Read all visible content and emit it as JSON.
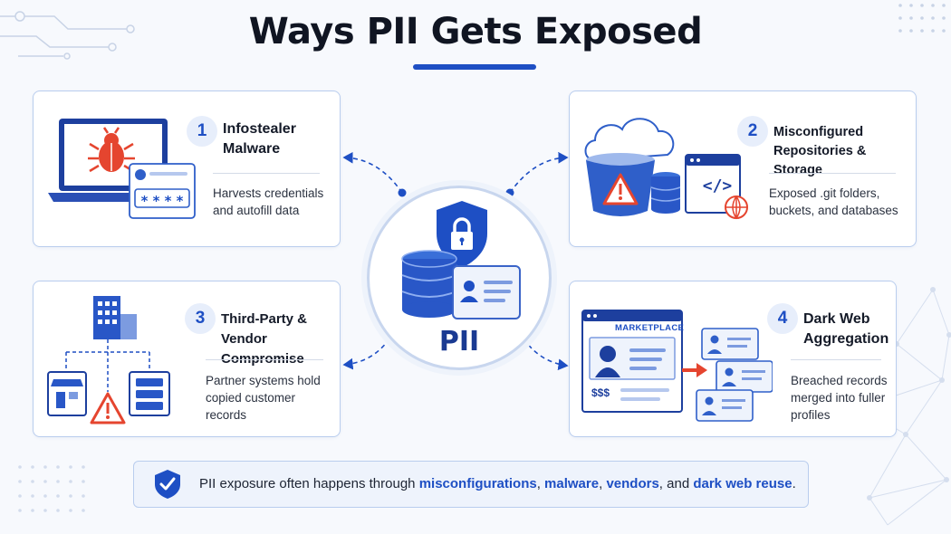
{
  "title": "Ways PII Gets Exposed",
  "center": {
    "label": "PII"
  },
  "cards": [
    {
      "number": "1",
      "title_line1": "Infostealer",
      "title_line2": "Malware",
      "desc_line1": "Harvests credentials",
      "desc_line2": "and autofill data",
      "password_mask": "****"
    },
    {
      "number": "2",
      "title_line1": "Misconfigured",
      "title_line2": "Repositories & Storage",
      "desc_line1": "Exposed .git folders,",
      "desc_line2": "buckets, and databases",
      "code_glyph": "</>"
    },
    {
      "number": "3",
      "title_line1": "Third-Party &",
      "title_line2": "Vendor Compromise",
      "desc_line1": "Partner systems hold",
      "desc_line2": "copied customer records"
    },
    {
      "number": "4",
      "title_line1": "Dark Web",
      "title_line2": "Aggregation",
      "desc_line1": "Breached records",
      "desc_line2": "merged into fuller",
      "desc_line3": "profiles",
      "market_label": "MARKETPLACE",
      "price_label": "$$$"
    }
  ],
  "banner": {
    "text_1": "PII exposure often happens through",
    "hl_1": "misconfigurations",
    "text_2": ",",
    "hl_2": "malware",
    "text_3": ",",
    "hl_3": "vendors",
    "text_4": ", and",
    "hl_4": "dark web reuse",
    "text_5": "."
  },
  "colors": {
    "accent": "#1e4fc4",
    "warning": "#e5452f",
    "border": "#b9cdee"
  }
}
